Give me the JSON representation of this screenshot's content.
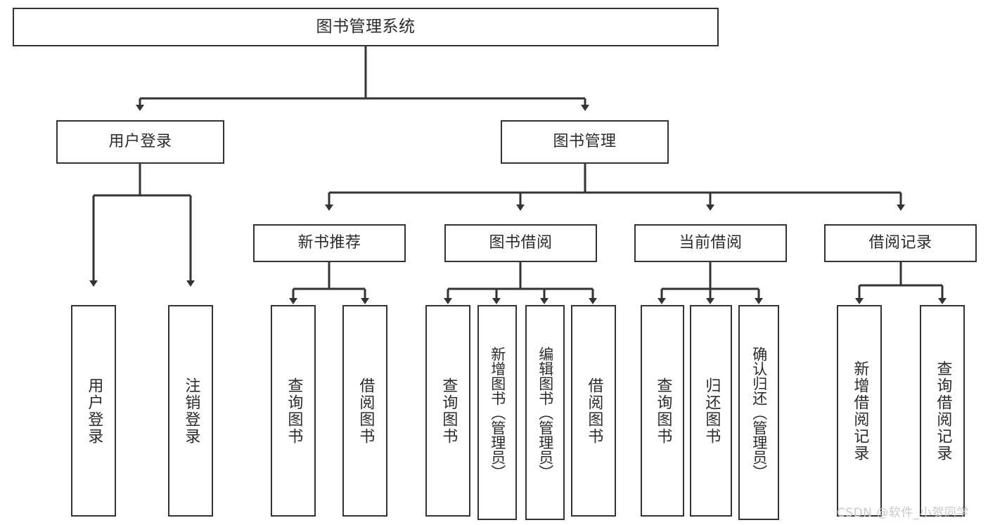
{
  "diagram": {
    "title": "图书管理系统",
    "type": "hierarchy-tree",
    "background": "#ffffff",
    "box_border_color": "#333333",
    "text_color": "#2b2b2b",
    "edge_color": "#333333",
    "nodes": {
      "root": {
        "label": "图书管理系统"
      },
      "level1": [
        {
          "id": "user-login",
          "label": "用户登录"
        },
        {
          "id": "book-manage",
          "label": "图书管理"
        }
      ],
      "level2": [
        {
          "id": "new-book-recommend",
          "label": "新书推荐"
        },
        {
          "id": "book-borrow",
          "label": "图书借阅"
        },
        {
          "id": "current-borrow",
          "label": "当前借阅"
        },
        {
          "id": "borrow-record",
          "label": "借阅记录"
        }
      ],
      "leaves": {
        "user-login": [
          {
            "id": "leaf-user-login",
            "label": "用户登录"
          },
          {
            "id": "leaf-logout-login",
            "label": "注销登录"
          }
        ],
        "new-book-recommend": [
          {
            "id": "leaf-query-book-1",
            "label": "查询图书"
          },
          {
            "id": "leaf-borrow-book-1",
            "label": "借阅图书"
          }
        ],
        "book-borrow": [
          {
            "id": "leaf-query-book-2",
            "label": "查询图书"
          },
          {
            "id": "leaf-add-book",
            "label": "新增图书（管理员）"
          },
          {
            "id": "leaf-edit-book",
            "label": "编辑图书（管理员）"
          },
          {
            "id": "leaf-borrow-book-2",
            "label": "借阅图书"
          }
        ],
        "current-borrow": [
          {
            "id": "leaf-query-book-3",
            "label": "查询图书"
          },
          {
            "id": "leaf-return-book",
            "label": "归还图书"
          },
          {
            "id": "leaf-confirm-return",
            "label": "确认归还（管理员）"
          }
        ],
        "borrow-record": [
          {
            "id": "leaf-add-record",
            "label": "新增借阅记录"
          },
          {
            "id": "leaf-query-record",
            "label": "查询借阅记录"
          }
        ]
      }
    },
    "watermark": "CSDN @软件_小贺同学"
  }
}
